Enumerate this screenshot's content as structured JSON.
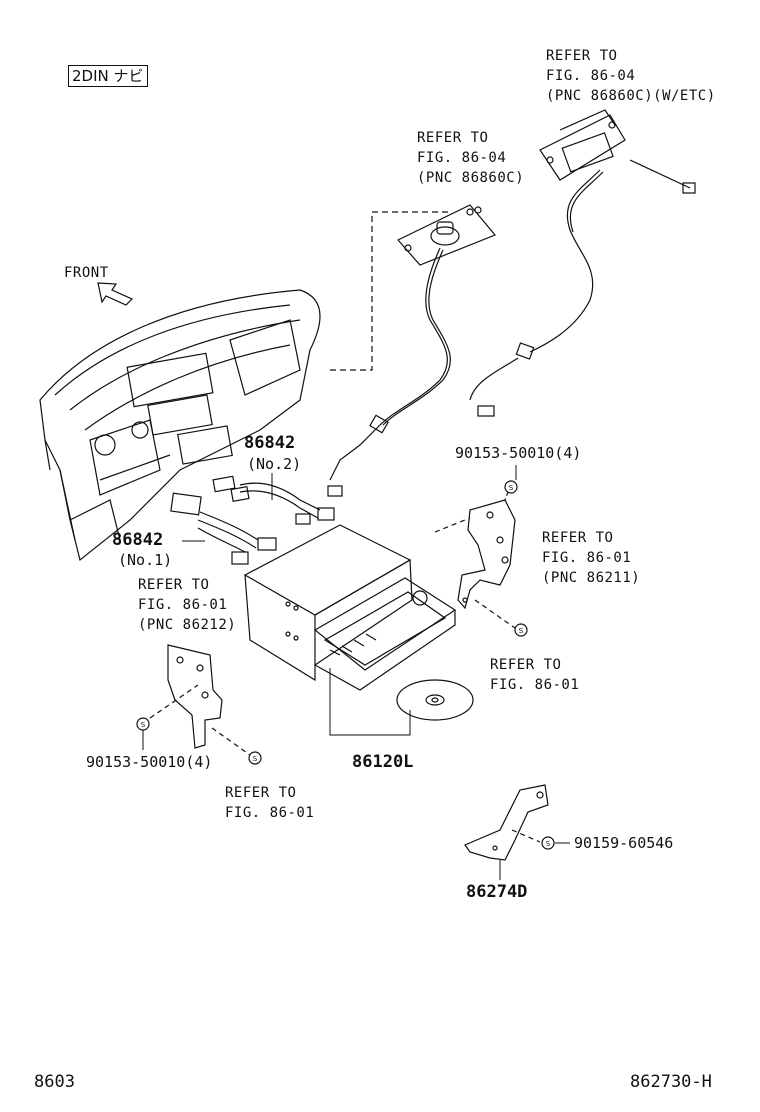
{
  "variant_label": "2DIN ナビ",
  "front_label": "FRONT",
  "refers": {
    "etc_antenna": [
      "REFER TO",
      "FIG. 86-04",
      "(PNC 86860C)(W/ETC)"
    ],
    "gps_antenna": [
      "REFER TO",
      "FIG. 86-04",
      "(PNC 86860C)"
    ],
    "bracket_right": [
      "REFER TO",
      "FIG. 86-01",
      "(PNC 86211)"
    ],
    "bracket_left": [
      "REFER TO",
      "FIG. 86-01",
      "(PNC 86212)"
    ],
    "screw_right": [
      "REFER TO",
      "FIG. 86-01"
    ],
    "screw_left": [
      "REFER TO",
      "FIG. 86-01"
    ]
  },
  "parts": {
    "harness_no2_number": "86842",
    "harness_no2_sub": "(No.2)",
    "harness_no1_number": "86842",
    "harness_no1_sub": "(No.1)",
    "screw_right": "90153-50010(4)",
    "screw_left": "90153-50010(4)",
    "navi_unit": "86120L",
    "bracket_bolt": "90159-60546",
    "bracket_bottom": "86274D"
  },
  "footer": {
    "left_code": "8603",
    "right_code": "862730-H"
  }
}
